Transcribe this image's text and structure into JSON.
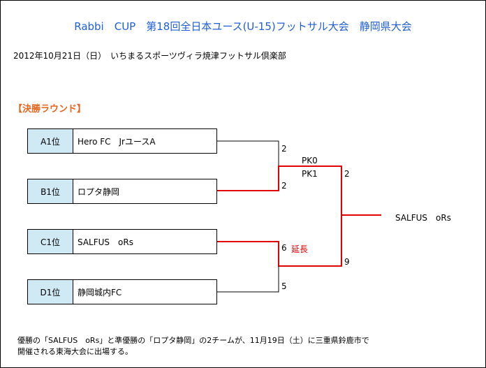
{
  "header": {
    "title": "Rabbi　CUP　第18回全日本ユース(U-15)フットサル大会　静岡県大会",
    "date_venue": "2012年10月21日（日）　いちまるスポーツヴィラ焼津フットサル倶楽部"
  },
  "section_title": "【決勝ラウンド】",
  "teams": [
    {
      "seed": "A1位",
      "name": "Hero FC　JrユースA"
    },
    {
      "seed": "B1位",
      "name": "ロプタ静岡"
    },
    {
      "seed": "C1位",
      "name": "SALFUS　oRs"
    },
    {
      "seed": "D1位",
      "name": "静岡城内FC"
    }
  ],
  "semifinals": [
    {
      "score_top": "2",
      "score_bottom": "2",
      "pk_top": "PK0",
      "pk_bottom": "PK1"
    },
    {
      "score_top": "6",
      "score_bottom": "5",
      "note": "延長"
    }
  ],
  "final": {
    "score_top": "2",
    "score_bottom": "9",
    "winner": "SALFUS　oRs"
  },
  "footer": {
    "line1": "優勝の「SALFUS　oRs」と準優勝の「ロプタ静岡」の2チームが、11月19日（土）に三重県鈴鹿市で",
    "line2": "開催される東海大会に出場する。"
  },
  "colors": {
    "title": "#1f5fd6",
    "section": "#e8641e",
    "winner_line": "#e00000",
    "seed_bg": "#cfeaf5"
  }
}
